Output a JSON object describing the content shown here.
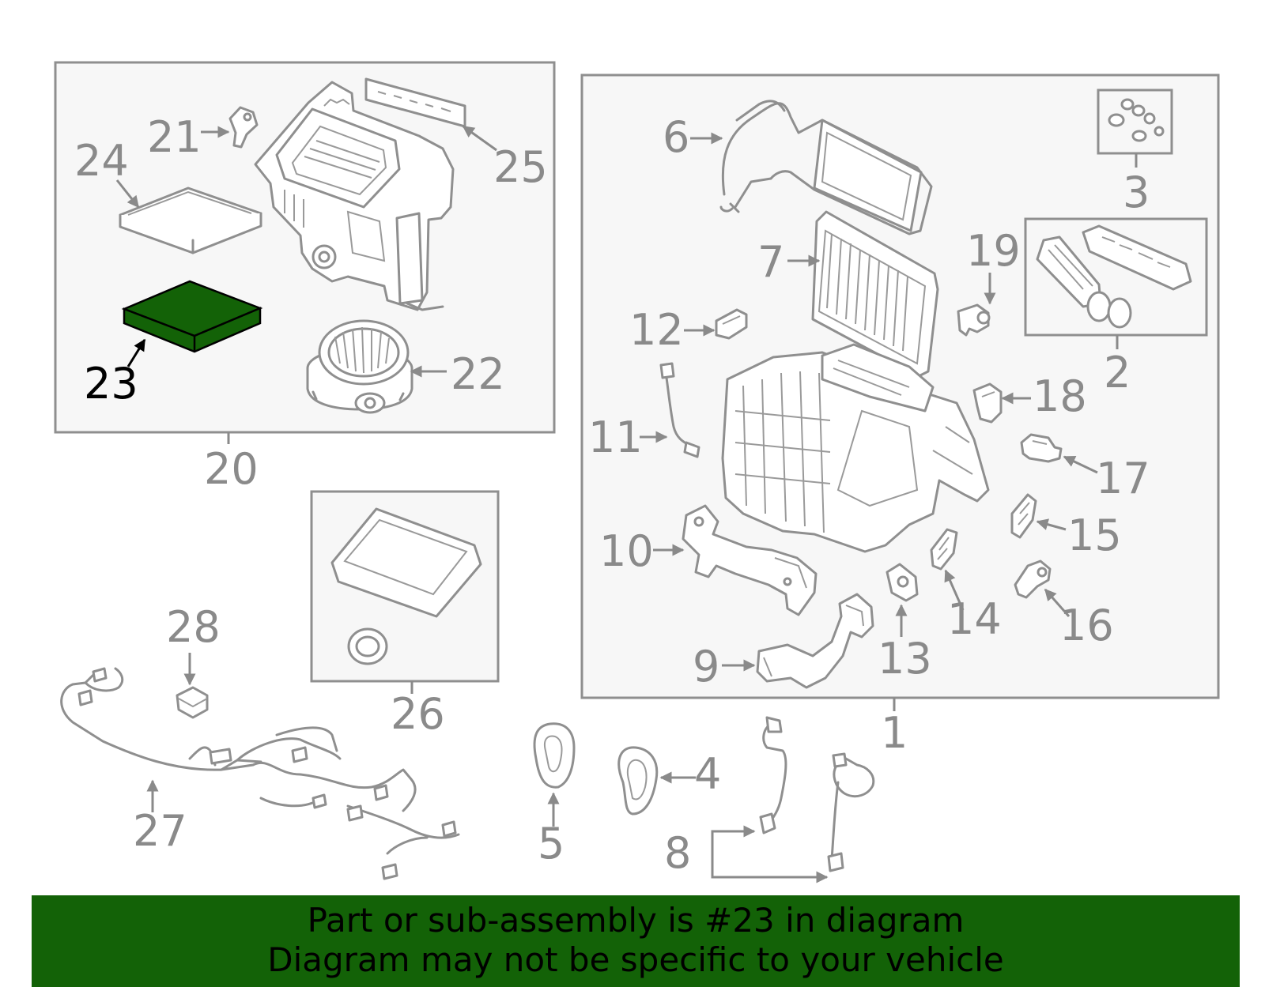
{
  "diagram": {
    "highlight_color": "#136207",
    "highlighted_part": "23",
    "callouts": [
      "1",
      "2",
      "3",
      "4",
      "5",
      "6",
      "7",
      "8",
      "9",
      "10",
      "11",
      "12",
      "13",
      "14",
      "15",
      "16",
      "17",
      "18",
      "19",
      "20",
      "21",
      "22",
      "23",
      "24",
      "25",
      "26",
      "27",
      "28"
    ],
    "groups": {
      "blower_assembly": {
        "label": "20",
        "parts": [
          "21",
          "22",
          "23",
          "24",
          "25"
        ]
      },
      "case_assembly": {
        "label": "1",
        "parts": [
          "2",
          "3",
          "6",
          "7",
          "9",
          "10",
          "11",
          "12",
          "13",
          "14",
          "15",
          "16",
          "17",
          "18",
          "19"
        ]
      },
      "evaporator_seal_kit": {
        "label": "26"
      },
      "cap_seal_kit": {
        "label": "2"
      },
      "grommet_kit": {
        "label": "3"
      }
    }
  },
  "banner": {
    "background": "#136207",
    "line1": "Part or sub-assembly is #23 in diagram",
    "line2": "Diagram may not be specific to your vehicle"
  }
}
